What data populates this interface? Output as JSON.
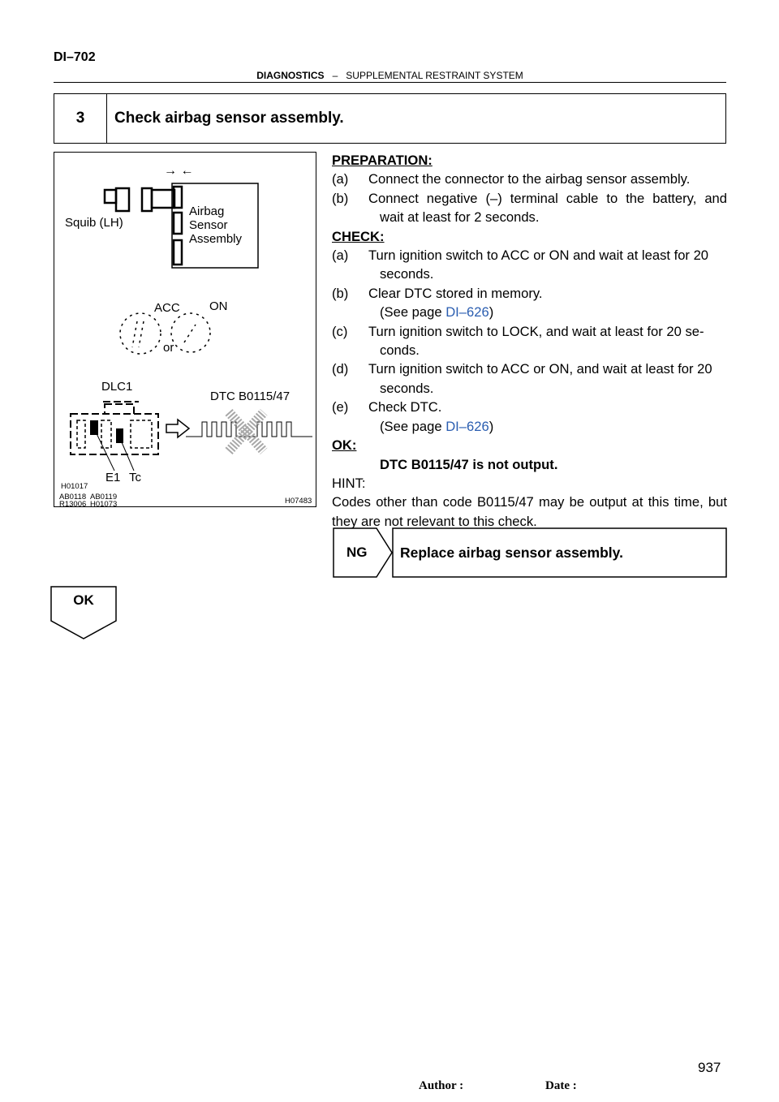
{
  "header": {
    "page_code": "DI–702",
    "category": "DIAGNOSTICS",
    "separator": "–",
    "subtitle": "SUPPLEMENTAL RESTRAINT SYSTEM"
  },
  "step": {
    "number": "3",
    "title": "Check airbag sensor assembly."
  },
  "figure": {
    "arrows": "→ ←",
    "airbag_line1": "Airbag",
    "airbag_line2": "Sensor",
    "airbag_line3": "Assembly",
    "squib": "Squib (LH)",
    "acc": "ACC",
    "on": "ON",
    "or": "or",
    "dlc1": "DLC1",
    "dtc": "DTC B0115/47",
    "e1": "E1",
    "tc": "Tc",
    "ref1": "H01017",
    "ref2": "AB0118",
    "ref3": "AB0119",
    "ref4": "R13006",
    "ref5": "H01073",
    "ref6": "H07483"
  },
  "content": {
    "preparation_heading": "PREPARATION:",
    "prep": [
      {
        "label": "(a)",
        "text": "Connect the connector to the airbag sensor assembly."
      },
      {
        "label": "(b)",
        "text": "Connect negative (–) terminal cable to the battery, and",
        "cont": "wait at least for 2 seconds."
      }
    ],
    "check_heading": "CHECK:",
    "check_a": {
      "label": "(a)",
      "text": "Turn ignition switch to ACC or ON and wait at least for 20",
      "cont": "seconds."
    },
    "check_b": {
      "label": "(b)",
      "text": "Clear DTC stored in memory.",
      "see_prefix": "(See page ",
      "link": "DI–626",
      "see_suffix": ")"
    },
    "check_c": {
      "label": "(c)",
      "text": "Turn ignition switch to LOCK, and wait at least for 20 se-",
      "cont": "conds."
    },
    "check_d": {
      "label": "(d)",
      "text": "Turn ignition switch to ACC or ON, and wait at least for 20",
      "cont": "seconds."
    },
    "check_e": {
      "label": "(e)",
      "text": "Check DTC.",
      "see_prefix": "(See page ",
      "link": "DI–626",
      "see_suffix": ")"
    },
    "ok_heading": "OK:",
    "ok_text": "DTC B0115/47 is not output.",
    "hint_heading": "HINT:",
    "hint_text": "Codes other than code B0115/47 may be output at this time, but they are not relevant to this check."
  },
  "ng": {
    "label": "NG",
    "action": "Replace airbag sensor assembly."
  },
  "ok": {
    "label": "OK"
  },
  "footer": {
    "page_number": "937",
    "author": "Author :",
    "date": "Date :"
  }
}
